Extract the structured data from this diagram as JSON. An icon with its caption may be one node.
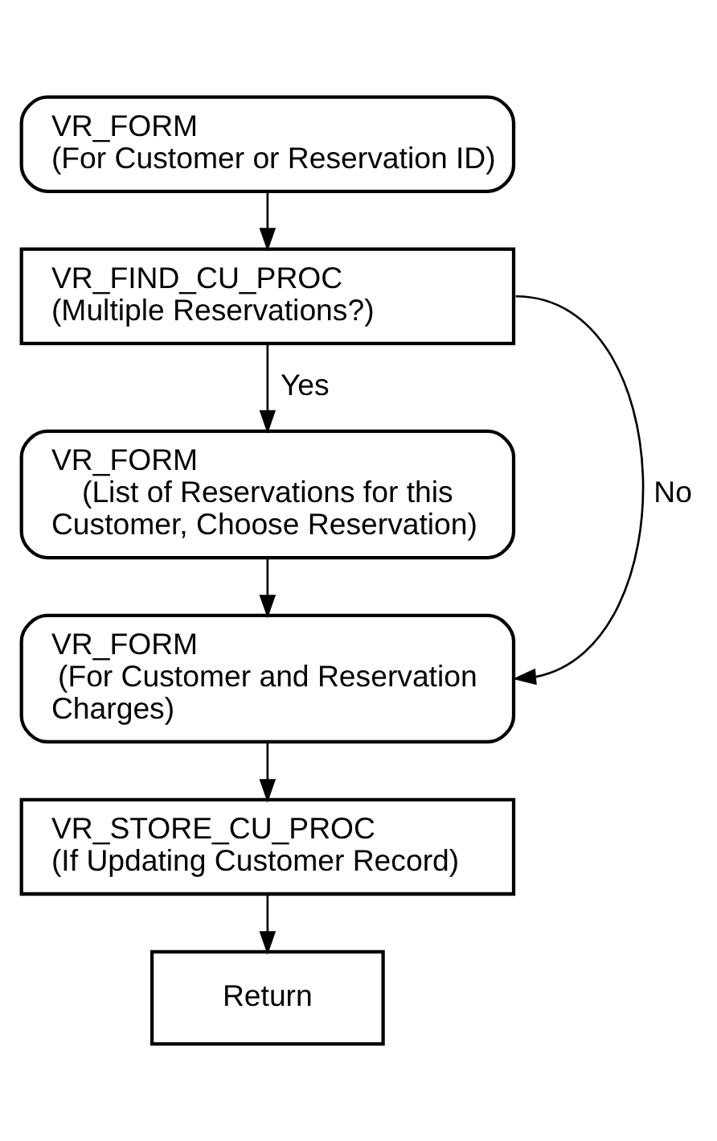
{
  "diagram": {
    "nodes": [
      {
        "text": [
          "VR_FORM",
          "(For Customer or Reservation ID)"
        ]
      },
      {
        "text": [
          "VR_FIND_CU_PROC",
          "(Multiple Reservations?)"
        ]
      },
      {
        "text": [
          "VR_FORM",
          "(List of Reservations for this Customer, Choose Reservation)"
        ]
      },
      {
        "text": [
          "VR_FORM",
          "(For Customer and Reservation Charges)"
        ]
      },
      {
        "text": [
          "VR_STORE_CU_PROC",
          "(If Updating Customer Record)"
        ]
      },
      {
        "text": [
          "Return"
        ]
      }
    ],
    "edges": [
      {
        "from": 0,
        "to": 1,
        "arrow": "to"
      },
      {
        "from": 1,
        "to": 2,
        "arrow": "to",
        "label": "Yes"
      },
      {
        "from": 2,
        "to": 3,
        "arrow": "to"
      },
      {
        "from": 1,
        "to": 3,
        "arrow": "to",
        "label": "No"
      },
      {
        "from": 3,
        "to": 4,
        "arrow": "to"
      },
      {
        "from": 4,
        "to": 5,
        "arrow": "to"
      }
    ]
  }
}
